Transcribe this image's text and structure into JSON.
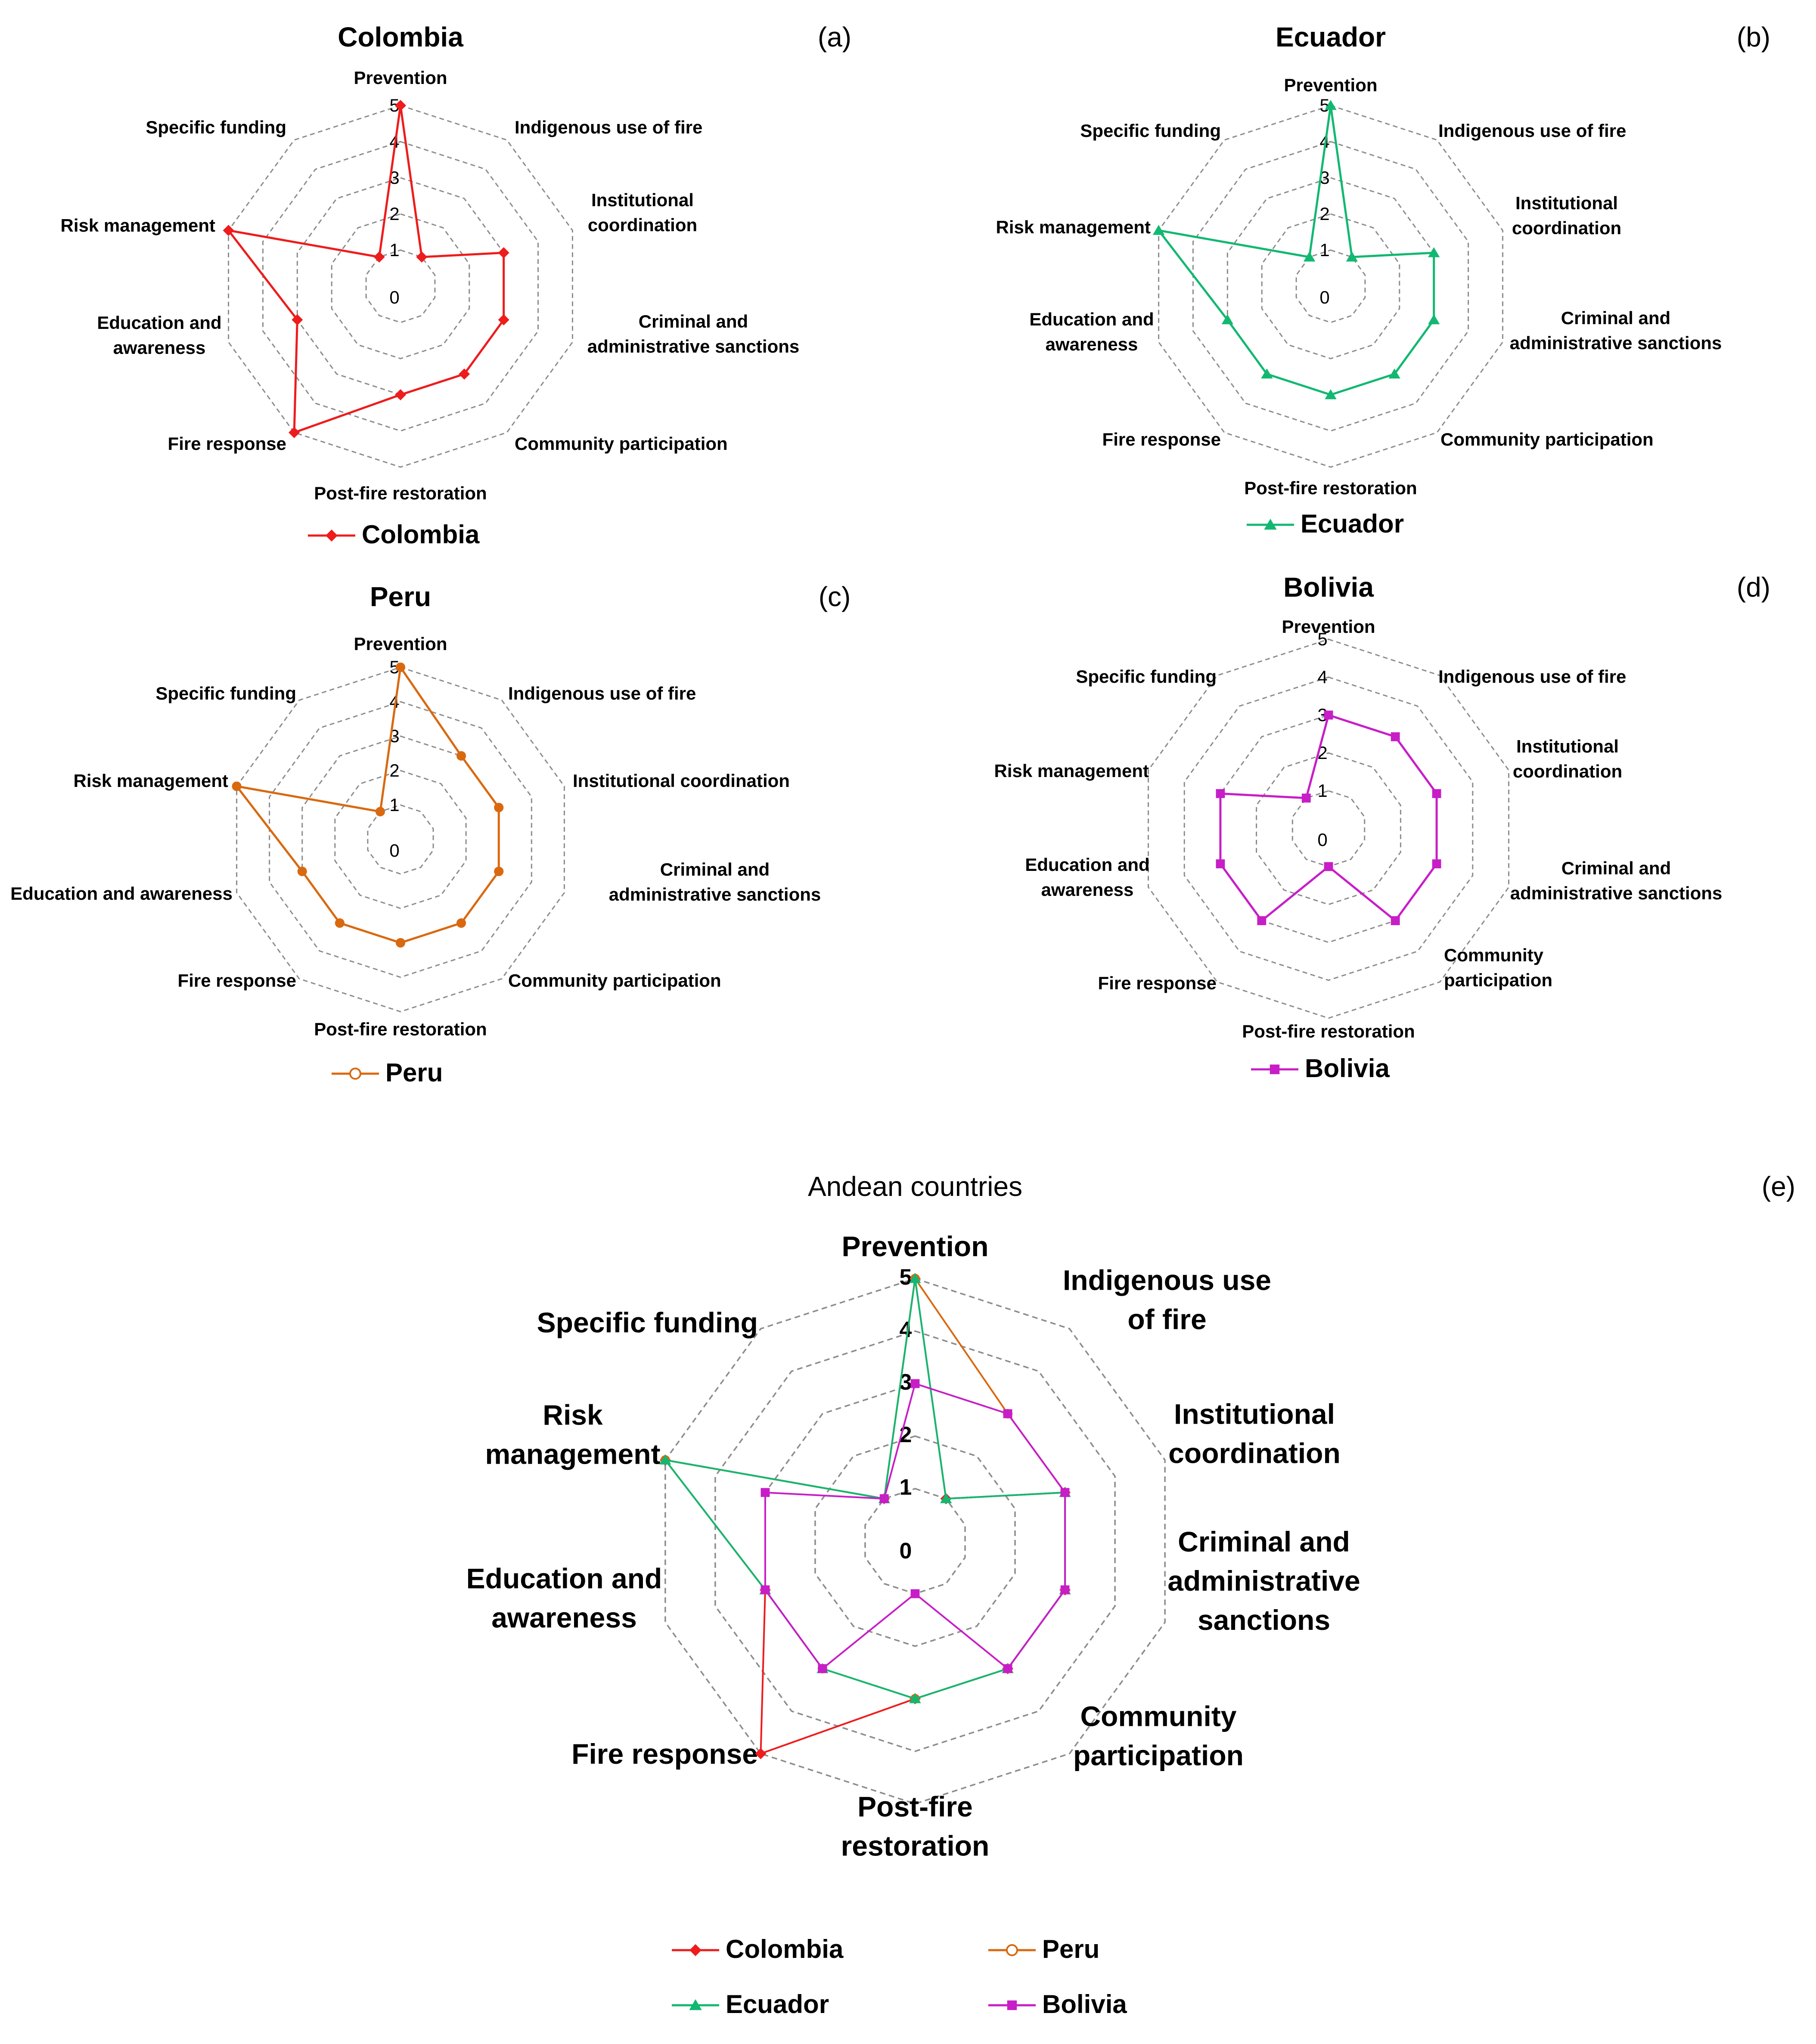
{
  "figure": {
    "colors": {
      "Colombia": "#ee1c1c",
      "Ecuador": "#12b871",
      "Peru": "#d9690f",
      "Bolivia": "#c71ec7",
      "grid": "#8c8c8c"
    }
  },
  "chart_data": [
    {
      "panel": "(a)",
      "type": "radar",
      "title": "Colombia",
      "axes": [
        [
          "Prevention"
        ],
        [
          "Indigenous use of fire"
        ],
        [
          "Institutional",
          "coordination"
        ],
        [
          "Criminal and",
          "administrative sanctions"
        ],
        [
          "Community participation"
        ],
        [
          "Post-fire restoration"
        ],
        [
          "Fire response"
        ],
        [
          "Education and",
          "awareness"
        ],
        [
          "Risk management"
        ],
        [
          "Specific funding"
        ]
      ],
      "ticks": [
        "0",
        "1",
        "2",
        "3",
        "4",
        "5"
      ],
      "range": [
        0,
        5
      ],
      "grid": true,
      "legend_position": "bottom",
      "series": [
        {
          "name": "Colombia",
          "marker": "diamond",
          "values": [
            5,
            1,
            3,
            3,
            3,
            3,
            5,
            3,
            5,
            1
          ]
        }
      ]
    },
    {
      "panel": "(b)",
      "type": "radar",
      "title": "Ecuador",
      "axes": [
        [
          "Prevention"
        ],
        [
          "Indigenous use of fire"
        ],
        [
          "Institutional",
          "coordination"
        ],
        [
          "Criminal and",
          "administrative sanctions"
        ],
        [
          "Community participation"
        ],
        [
          "Post-fire restoration"
        ],
        [
          "Fire response"
        ],
        [
          "Education and",
          "awareness"
        ],
        [
          "Risk management"
        ],
        [
          "Specific funding"
        ]
      ],
      "ticks": [
        "0",
        "1",
        "2",
        "3",
        "4",
        "5"
      ],
      "range": [
        0,
        5
      ],
      "grid": true,
      "legend_position": "bottom",
      "series": [
        {
          "name": "Ecuador",
          "marker": "triangle",
          "values": [
            5,
            1,
            3,
            3,
            3,
            3,
            3,
            3,
            5,
            1
          ]
        }
      ]
    },
    {
      "panel": "(c)",
      "type": "radar",
      "title": "Peru",
      "axes": [
        [
          "Prevention"
        ],
        [
          "Indigenous use of fire"
        ],
        [
          "Institutional coordination"
        ],
        [
          "Criminal and",
          "administrative sanctions"
        ],
        [
          "Community participation"
        ],
        [
          "Post-fire restoration"
        ],
        [
          "Fire response"
        ],
        [
          "Education and awareness"
        ],
        [
          "Risk management"
        ],
        [
          "Specific funding"
        ]
      ],
      "ticks": [
        "0",
        "1",
        "2",
        "3",
        "4",
        "5"
      ],
      "range": [
        0,
        5
      ],
      "grid": true,
      "legend_position": "bottom",
      "series": [
        {
          "name": "Peru",
          "marker": "circle",
          "values": [
            5,
            3,
            3,
            3,
            3,
            3,
            3,
            3,
            5,
            1
          ]
        }
      ]
    },
    {
      "panel": "(d)",
      "type": "radar",
      "title": "Bolivia",
      "axes": [
        [
          "Prevention"
        ],
        [
          "Indigenous use of fire"
        ],
        [
          "Institutional",
          "coordination"
        ],
        [
          "Criminal and",
          "administrative sanctions"
        ],
        [
          "Community",
          "participation"
        ],
        [
          "Post-fire restoration"
        ],
        [
          "Fire response"
        ],
        [
          "Education and",
          "awareness"
        ],
        [
          "Risk management"
        ],
        [
          "Specific funding"
        ]
      ],
      "ticks": [
        "0",
        "1",
        "2",
        "3",
        "4",
        "5"
      ],
      "range": [
        0,
        5
      ],
      "grid": true,
      "legend_position": "bottom",
      "series": [
        {
          "name": "Bolivia",
          "marker": "square",
          "values": [
            3,
            3,
            3,
            3,
            3,
            1,
            3,
            3,
            3,
            1
          ]
        }
      ]
    },
    {
      "panel": "(e)",
      "type": "radar",
      "title": "Andean countries",
      "axes": [
        [
          "Prevention"
        ],
        [
          "Indigenous use",
          "of fire"
        ],
        [
          "Institutional",
          "coordination"
        ],
        [
          "Criminal and",
          "administrative",
          "sanctions"
        ],
        [
          "Community",
          "participation"
        ],
        [
          "Post-fire",
          "restoration"
        ],
        [
          "Fire response"
        ],
        [
          "Education and",
          "awareness"
        ],
        [
          "Risk",
          "management"
        ],
        [
          "Specific funding"
        ]
      ],
      "ticks": [
        "0",
        "1",
        "2",
        "3",
        "4",
        "5"
      ],
      "range": [
        0,
        5
      ],
      "grid": true,
      "legend_position": "bottom",
      "series": [
        {
          "name": "Colombia",
          "marker": "diamond",
          "values": [
            5,
            1,
            3,
            3,
            3,
            3,
            5,
            3,
            5,
            1
          ]
        },
        {
          "name": "Peru",
          "marker": "circle",
          "values": [
            5,
            3,
            3,
            3,
            3,
            3,
            3,
            3,
            5,
            1
          ]
        },
        {
          "name": "Ecuador",
          "marker": "triangle",
          "values": [
            5,
            1,
            3,
            3,
            3,
            3,
            3,
            3,
            5,
            1
          ]
        },
        {
          "name": "Bolivia",
          "marker": "square",
          "values": [
            3,
            3,
            3,
            3,
            3,
            1,
            3,
            3,
            3,
            1
          ]
        }
      ]
    }
  ]
}
